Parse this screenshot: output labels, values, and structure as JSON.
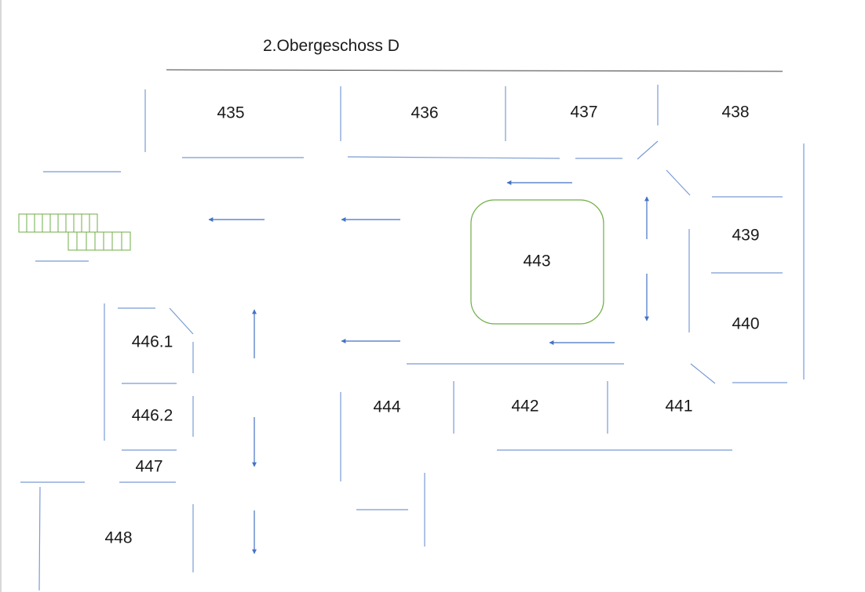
{
  "title": "2.Obergeschoss D",
  "colors": {
    "wall": "#7a9bd4",
    "arrow": "#4472c4",
    "room_outline": "#70ad47",
    "text": "#1a1a1a",
    "border": "#b0b0b0"
  },
  "rooms": {
    "r435": "435",
    "r436": "436",
    "r437": "437",
    "r438": "438",
    "r439": "439",
    "r440": "440",
    "r441": "441",
    "r442": "442",
    "r443": "443",
    "r444": "444",
    "r446_1": "446.1",
    "r446_2": "446.2",
    "r447": "447",
    "r448": "448"
  },
  "icons": [
    "arrow-left-icon",
    "arrow-up-icon",
    "arrow-down-icon",
    "arrow-updown-icon",
    "staircase-icon"
  ]
}
